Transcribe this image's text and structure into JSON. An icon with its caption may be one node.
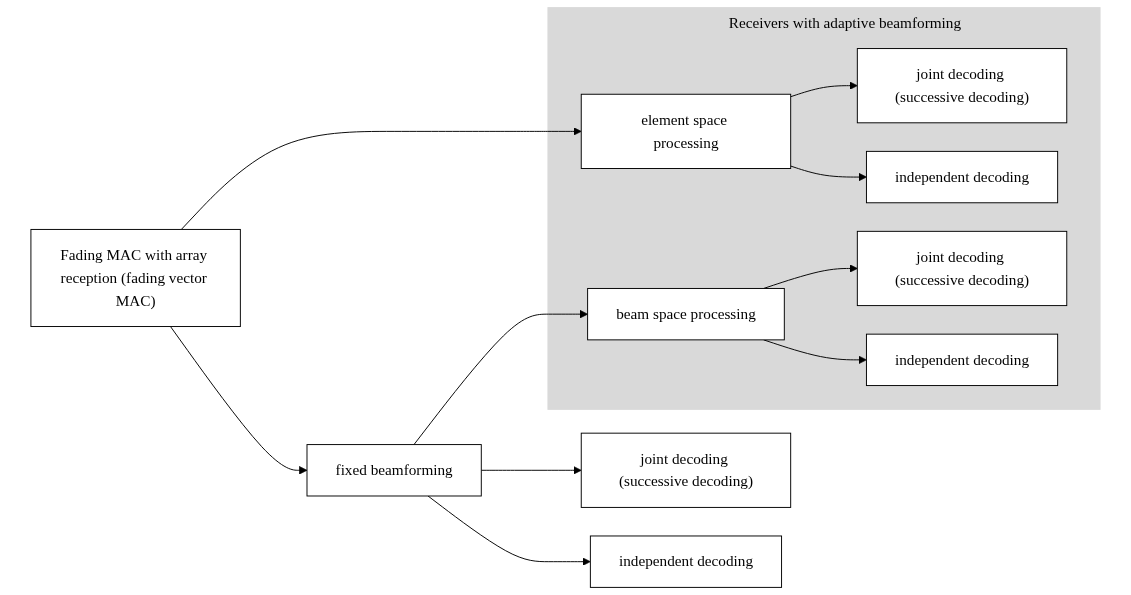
{
  "diagram": {
    "nodes": [
      {
        "text": [
          "Receivers with adaptive beamforming"
        ]
      },
      {
        "text": [
          "Fading MAC with array reception (fading vector MAC)"
        ]
      },
      {
        "text": [
          "element space processing"
        ],
        "in": 0
      },
      {
        "text": [
          "joint decoding (successive decoding)"
        ],
        "in": 0
      },
      {
        "text": [
          "independent decoding"
        ],
        "in": 0
      },
      {
        "text": [
          "beam space processing"
        ],
        "in": 0
      },
      {
        "text": [
          "joint decoding (successive decoding)"
        ],
        "in": 0
      },
      {
        "text": [
          "independent decoding"
        ],
        "in": 0
      },
      {
        "text": [
          "fixed beamforming"
        ]
      },
      {
        "text": [
          "joint decoding (successive decoding)"
        ]
      },
      {
        "text": [
          "independent decoding"
        ]
      }
    ],
    "edges": [
      {
        "from": 1,
        "to": 2,
        "arrow": "to"
      },
      {
        "from": 2,
        "to": 3,
        "arrow": "to"
      },
      {
        "from": 2,
        "to": 4,
        "arrow": "to"
      },
      {
        "from": 1,
        "to": 8,
        "arrow": "to"
      },
      {
        "from": 8,
        "to": 5,
        "arrow": "to"
      },
      {
        "from": 5,
        "to": 6,
        "arrow": "to"
      },
      {
        "from": 5,
        "to": 7,
        "arrow": "to"
      },
      {
        "from": 8,
        "to": 9,
        "arrow": "to"
      },
      {
        "from": 8,
        "to": 10,
        "arrow": "to"
      }
    ]
  }
}
